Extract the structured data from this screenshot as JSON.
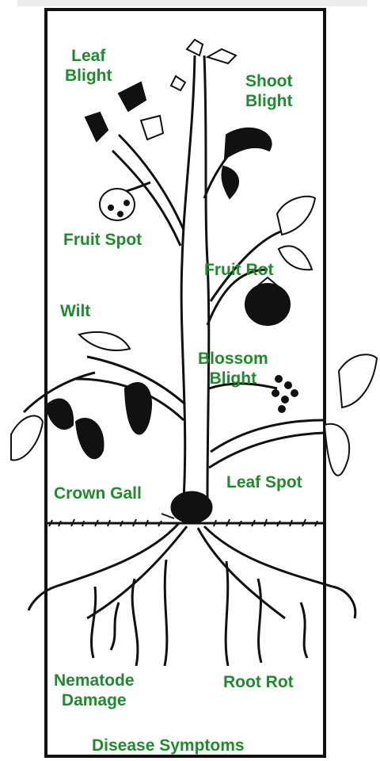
{
  "labels": {
    "leaf_blight": [
      "Leaf",
      "Blight"
    ],
    "shoot_blight": [
      "Shoot",
      "Blight"
    ],
    "fruit_spot": "Fruit Spot",
    "fruit_rot": "Fruit Rot",
    "wilt": "Wilt",
    "blossom_blight": [
      "Blossom",
      "Blight"
    ],
    "crown_gall": "Crown Gall",
    "leaf_spot": "Leaf Spot",
    "nematode_damage": [
      "Nematode",
      "Damage"
    ],
    "root_rot": "Root Rot"
  },
  "title": "Disease Symptoms",
  "colors": {
    "label": "#1f8a2e",
    "ink": "#111111",
    "frame": "#111111"
  }
}
